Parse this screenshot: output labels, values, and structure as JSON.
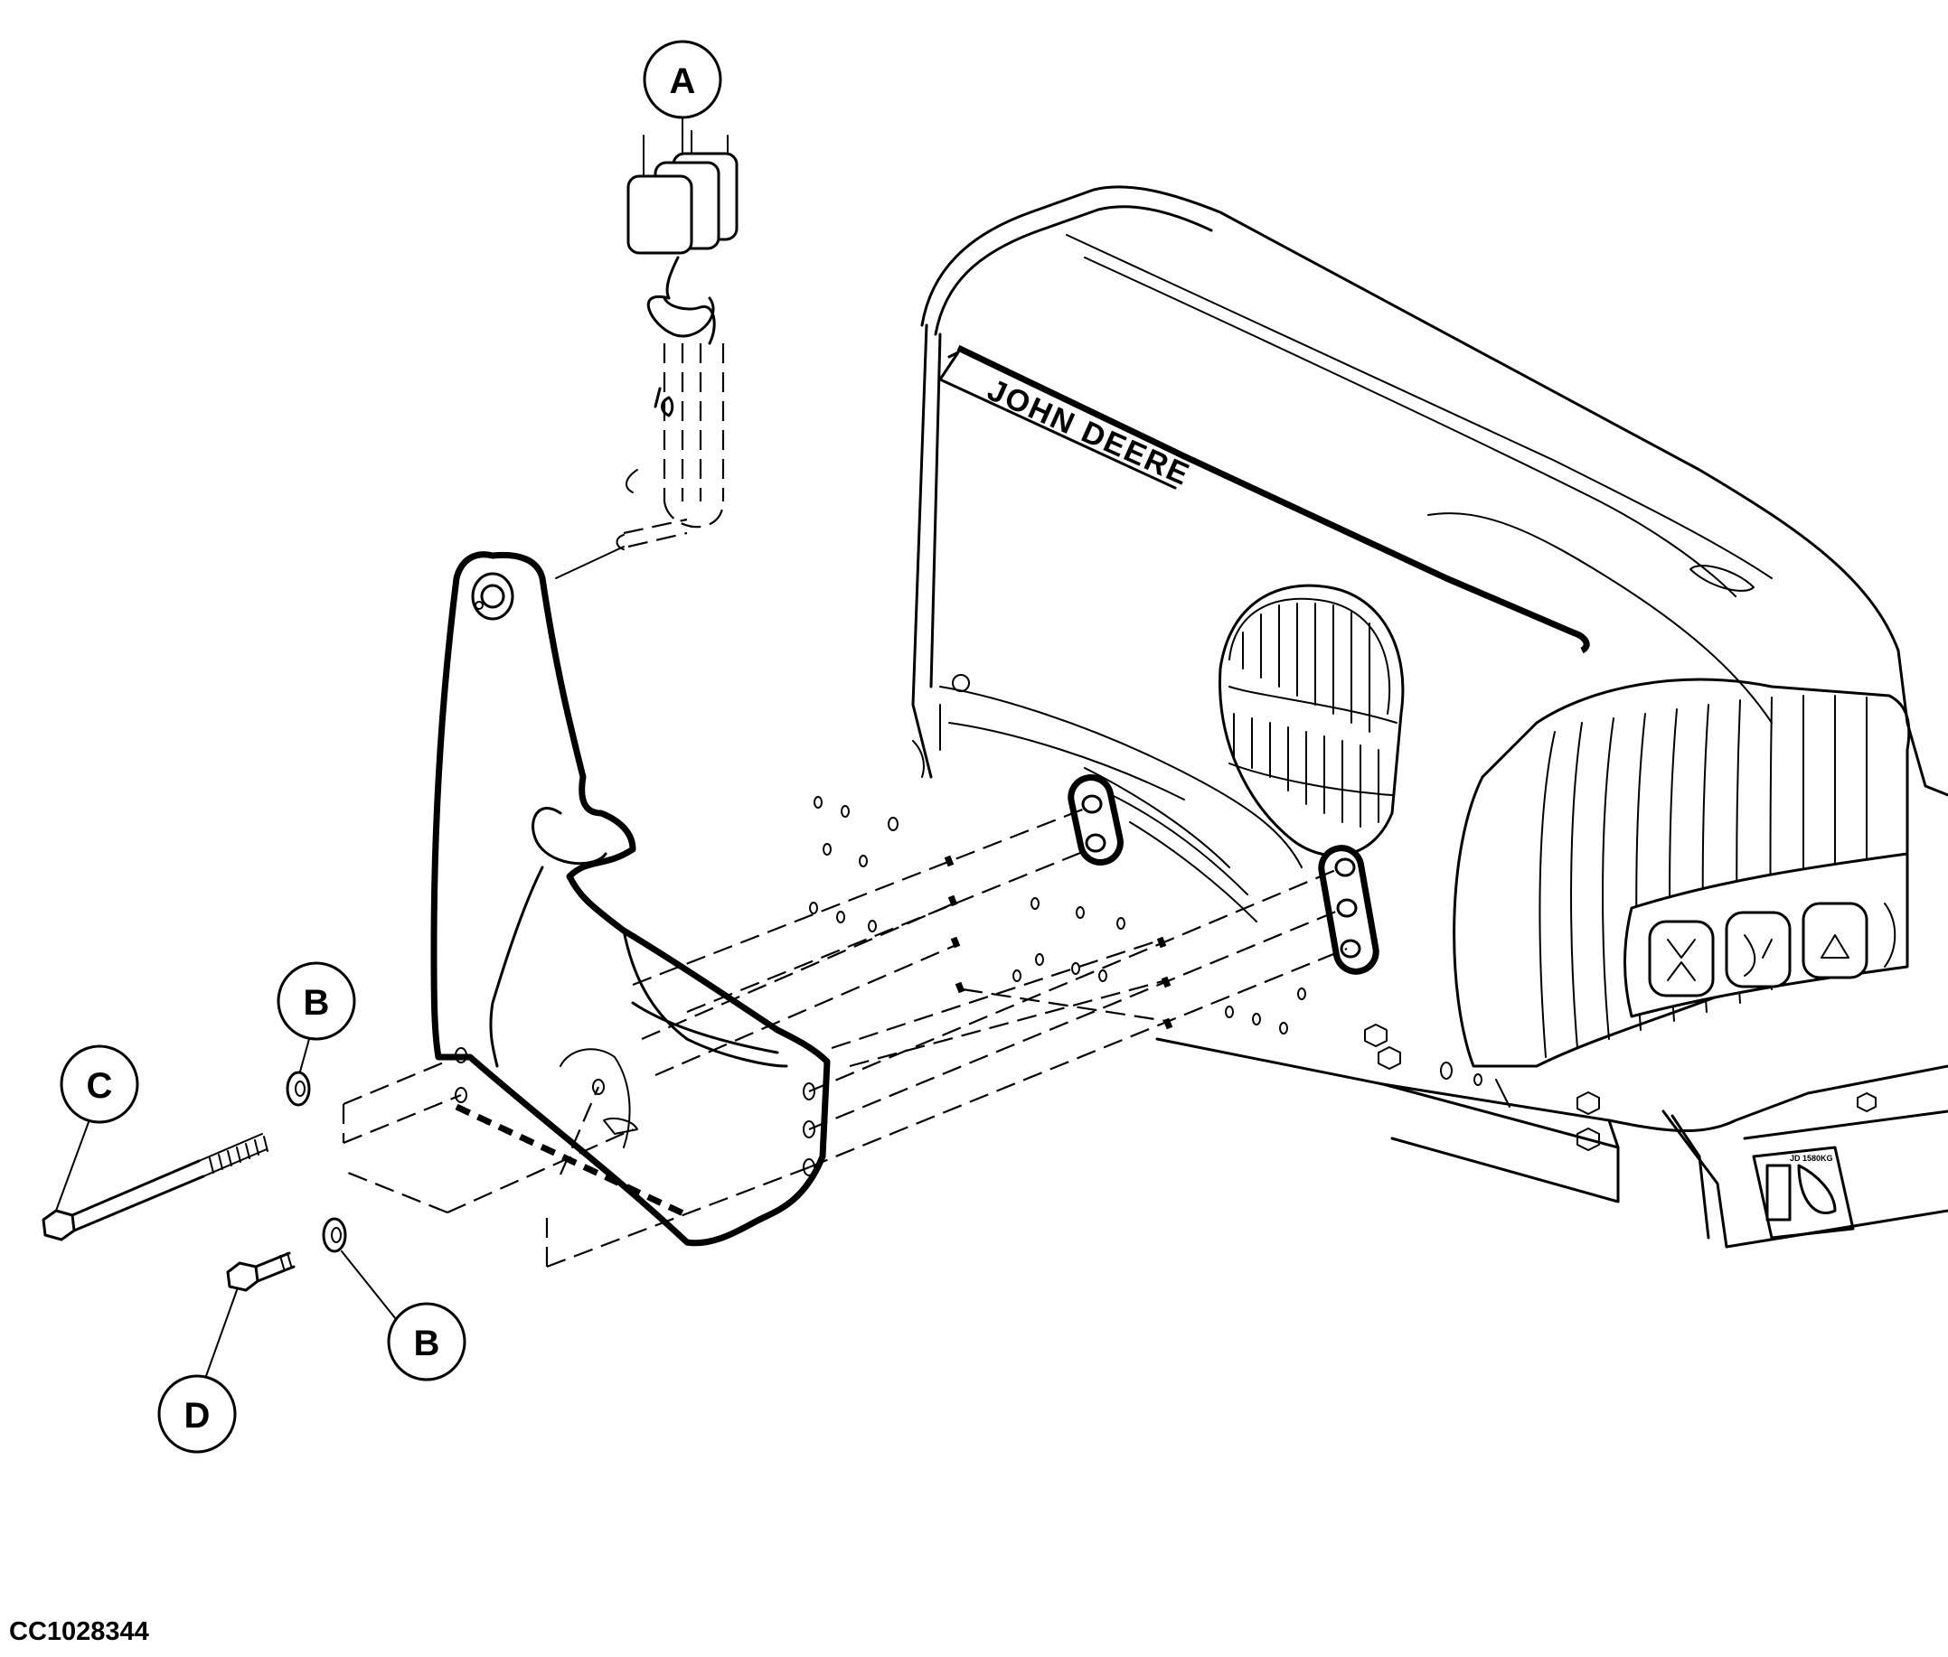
{
  "figure_id": "CC1028344",
  "callouts": {
    "a": "A",
    "b_upper": "B",
    "b_lower": "B",
    "c": "C",
    "d": "D"
  },
  "brand_label": "JOHN DEERE",
  "hitch_label": "JD 1580KG"
}
